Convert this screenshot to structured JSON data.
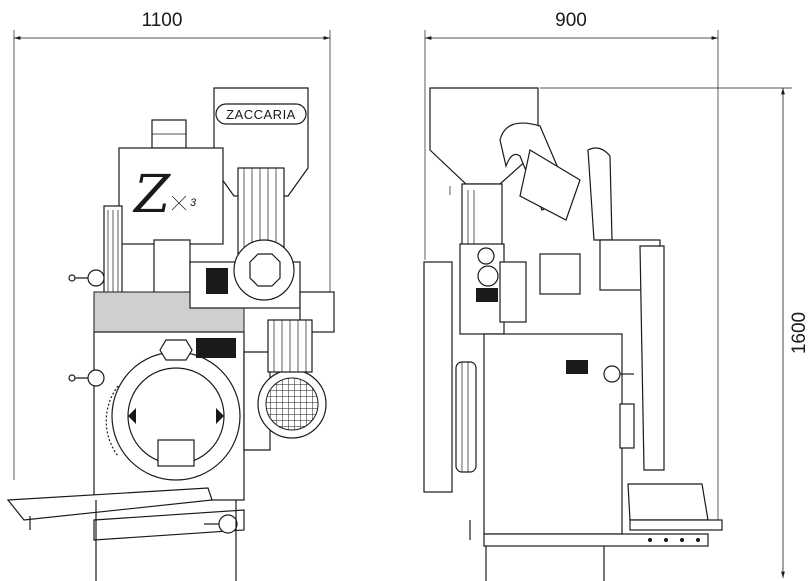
{
  "dimensions": {
    "front_width": "1100",
    "side_width": "900",
    "height": "1600"
  },
  "branding": {
    "logo_text": "ZACCARIA",
    "model_mark": "Z",
    "model_sub": "3"
  },
  "colors": {
    "line": "#1a1a1a",
    "fill_gray": "#cfcfcf",
    "background": "#ffffff"
  }
}
